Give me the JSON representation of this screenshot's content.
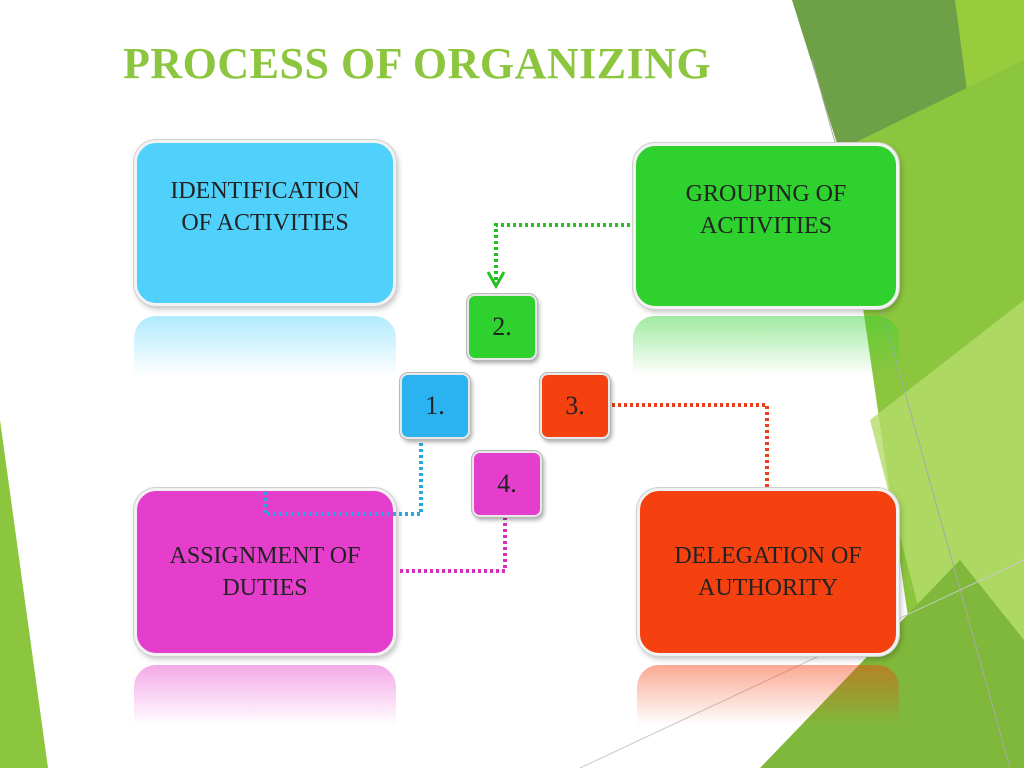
{
  "title": "PROCESS OF ORGANIZING",
  "boxes": {
    "identification": "IDENTIFICATION\nOF ACTIVITIES",
    "grouping": "GROUPING OF\nACTIVITIES",
    "assignment": "ASSIGNMENT OF\nDUTIES",
    "delegation": "DELEGATION OF\nAUTHORITY"
  },
  "steps": {
    "one": "1.",
    "two": "2.",
    "three": "3.",
    "four": "4."
  },
  "colors": {
    "title": "#8cc63f",
    "identification": "#4fd1fb",
    "grouping": "#2ed12e",
    "assignment": "#e63ecc",
    "delegation": "#f5400f",
    "connector_blue": "#29a8e0",
    "connector_green": "#22c022",
    "connector_red": "#e8401a",
    "connector_magenta": "#d62fc0"
  }
}
